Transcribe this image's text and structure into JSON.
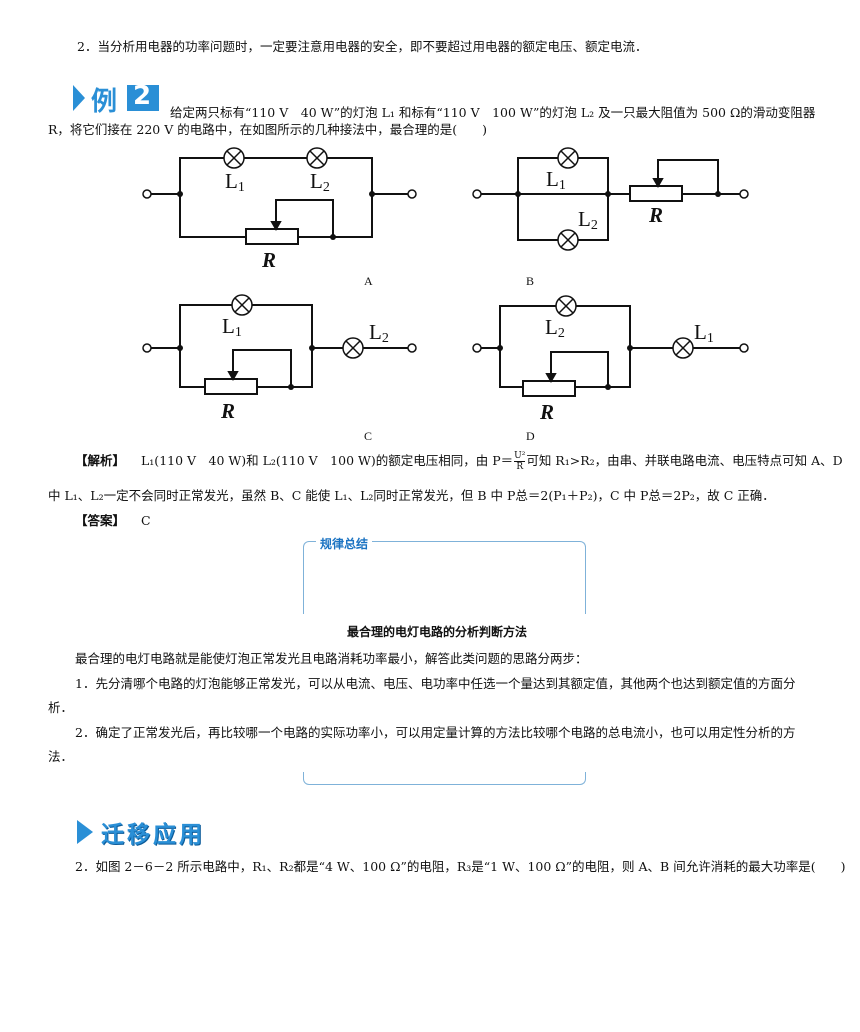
{
  "top_line": "2．当分析用电器的功率问题时，一定要注意用电器的安全，即不要超过用电器的额定电压、额定电流．",
  "example": {
    "badge_char": "例",
    "badge_num": "2",
    "question_line1": "给定两只标有“110 V　40 W”的灯泡 L₁ 和标有“110 V　100 W”的灯泡 L₂ 及一只最大阻值为 500 Ω的滑动变阻器",
    "question_line2": "R，将它们接在 220 V 的电路中，在如图所示的几种接法中，最合理的是(　　)"
  },
  "circuits": {
    "A": {
      "label": "A",
      "lamp1": "L1",
      "lamp2": "L2",
      "rheostat": "R"
    },
    "B": {
      "label": "B",
      "lamp1": "L1",
      "lamp2": "L2",
      "rheostat": "R"
    },
    "C": {
      "label": "C",
      "lamp1": "L1",
      "lamp2": "L2",
      "rheostat": "R"
    },
    "D": {
      "label": "D",
      "lamp1": "L2",
      "lamp2": "L1",
      "rheostat": "R"
    }
  },
  "analysis": {
    "tag": "【解析】",
    "line1_a": "L₁(110 V　40 W)和 L₂(110 V　100 W)的额定电压相同，由 P＝",
    "frac_num": "U²",
    "frac_den": "R",
    "line1_b": "可知 R₁>R₂，由串、并联电路电流、电压特点可知 A、D",
    "line2": "中 L₁、L₂一定不会同时正常发光，虽然 B、C 能使 L₁、L₂同时正常发光，但 B 中 P总＝2(P₁＋P₂)，C 中 P总＝2P₂，故 C 正确．"
  },
  "answer": {
    "tag": "【答案】",
    "value": "C"
  },
  "summary": {
    "box_title": "规律总结",
    "heading": "最合理的电灯电路的分析判断方法",
    "p1": "最合理的电灯电路就是能使灯泡正常发光且电路消耗功率最小，解答此类问题的思路分两步：",
    "p2_a": "1．先分清哪个电路的灯泡能够正常发光，可以从电流、电压、电功率中任选一个量达到其额定值，其他两个也达到额定值的方面分",
    "p2_b": "析．",
    "p3_a": "2．确定了正常发光后，再比较哪一个电路的实际功率小，可以用定量计算的方法比较哪个电路的总电流小，也可以用定性分析的方",
    "p3_b": "法．"
  },
  "section": {
    "title": "迁移应用"
  },
  "question2": "2．如图 2－6－2 所示电路中，R₁、R₂都是“4 W、100 Ω”的电阻，R₃是“1 W、100 Ω”的电阻，则 A、B 间允许消耗的最大功率是(　　)"
}
